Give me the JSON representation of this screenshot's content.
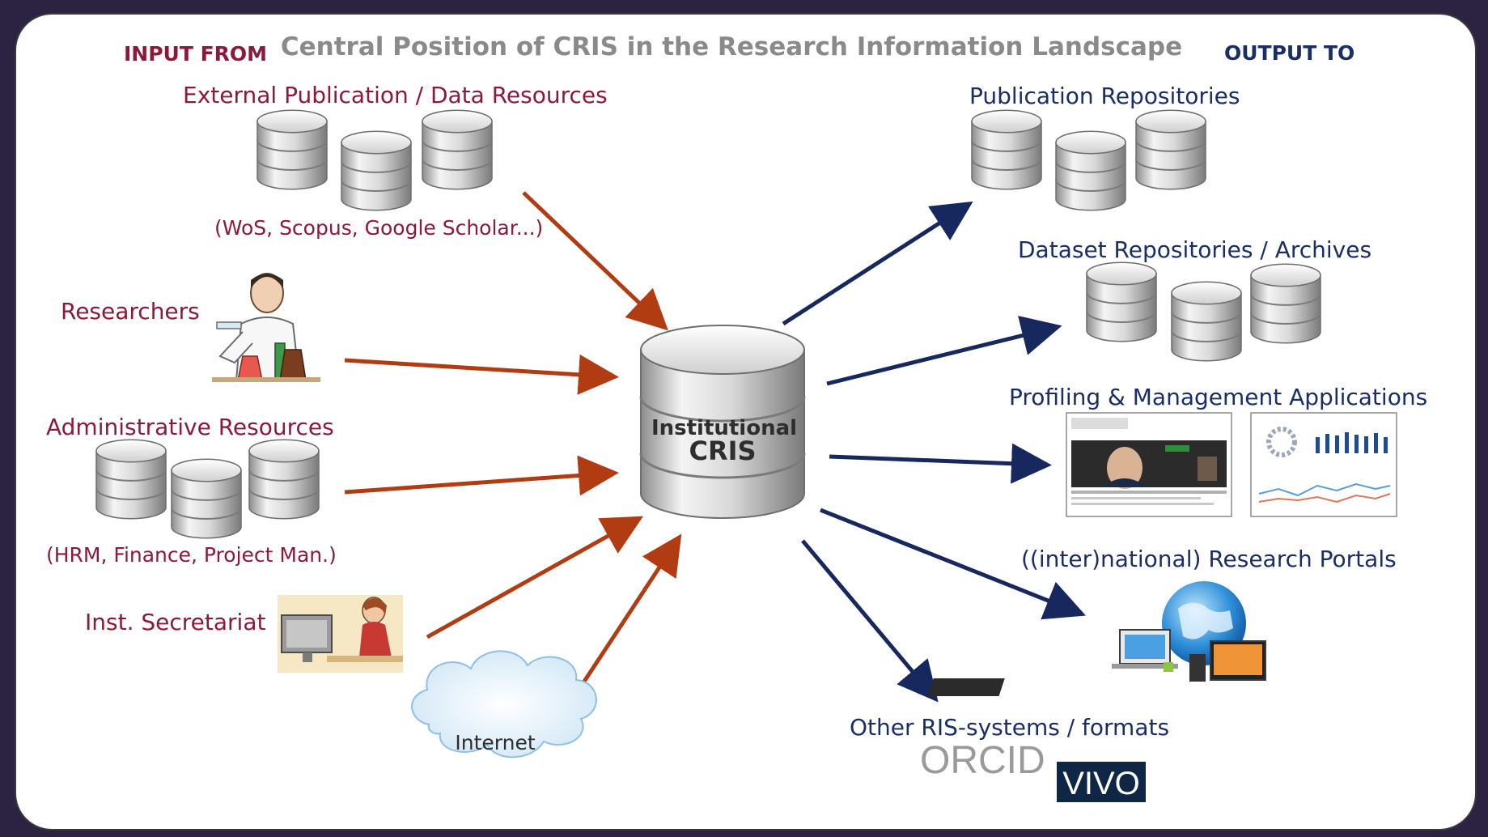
{
  "title": "Central Position of CRIS in the Research Information Landscape",
  "input_heading": "INPUT FROM",
  "output_heading": "OUTPUT TO",
  "center": {
    "line1": "Institutional",
    "line2": "CRIS"
  },
  "inputs": {
    "external": {
      "label": "External Publication / Data Resources",
      "sub": "(WoS, Scopus, Google Scholar...)"
    },
    "researchers": {
      "label": "Researchers"
    },
    "administrative": {
      "label": "Administrative Resources",
      "sub": "(HRM, Finance, Project Man.)"
    },
    "secretariat": {
      "label": "Inst. Secretariat"
    },
    "internet": {
      "label": "Internet"
    }
  },
  "outputs": {
    "publication": {
      "label": "Publication Repositories"
    },
    "dataset": {
      "label": "Dataset Repositories / Archives"
    },
    "profiling": {
      "label": "Profiling  & Management Applications"
    },
    "portals": {
      "label": "((inter)national) Research Portals"
    },
    "other": {
      "label": "Other RIS-systems / formats"
    }
  },
  "logos": {
    "orcid": "ORCID",
    "vivo": "VIVO"
  },
  "colors": {
    "title": "#8a8a8a",
    "input_text": "#8b1a3a",
    "output_text": "#1a2e66",
    "input_arrow": "#b23c12",
    "output_arrow": "#17285e",
    "frame": "#2b2341"
  }
}
